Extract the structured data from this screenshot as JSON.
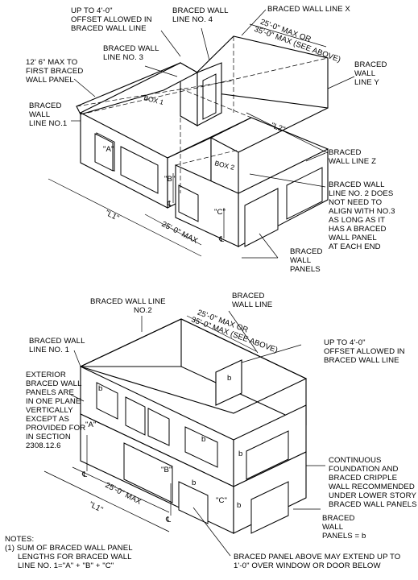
{
  "top": {
    "offset_note": [
      "UP TO 4'-0\"",
      "OFFSET ALLOWED IN",
      "BRACED WALL LINE"
    ],
    "bwl_no4": [
      "BRACED WALL",
      "LINE NO. 4"
    ],
    "bwl_x": "BRACED WALL LINE X",
    "bwl_no3": [
      "BRACED WALL",
      "LINE NO. 3"
    ],
    "max25": [
      "25'-0\" MAX OR",
      "35'-0\" MAX (SEE ABOVE)"
    ],
    "bwl_y": [
      "BRACED",
      "WALL",
      "LINE Y"
    ],
    "first_panel": [
      "12' 6\" MAX TO",
      "FIRST BRACED",
      "WALL PANEL"
    ],
    "bwl_no1": [
      "BRACED",
      "WALL",
      "LINE NO.1"
    ],
    "box1": "BOX 1",
    "box2": "BOX 2",
    "l2": "\"L2\"",
    "bwl_z": [
      "BRACED",
      "WALL LINE Z"
    ],
    "a": "\"A\"",
    "b": "\"B\"",
    "c": "\"C\"",
    "no2_note": [
      "BRACED WALL",
      "LINE NO. 2 DOES",
      "NOT NEED TO",
      "ALIGN WITH NO.3",
      "AS LONG AS IT",
      "HAS A BRACED",
      "WALL PANEL",
      "AT EACH END"
    ],
    "l1": "\"L1\"",
    "max25_dim": "25'-0\" MAX",
    "cl": "℄",
    "bwp": [
      "BRACED",
      "WALL",
      "PANELS"
    ]
  },
  "bottom": {
    "bwl_no2": [
      "BRACED WALL LINE",
      "NO.2"
    ],
    "bwl": [
      "BRACED",
      "WALL LINE"
    ],
    "max25": [
      "25'-0\" MAX OR",
      "35'-0\" MAX (SEE ABOVE)"
    ],
    "bwl_no1": [
      "BRACED WALL",
      "LINE NO. 1"
    ],
    "offset_note": [
      "UP TO 4'-0\"",
      "OFFSET ALLOWED IN",
      "BRACED WALL LINE"
    ],
    "exterior_note": [
      "EXTERIOR",
      "BRACED WALL",
      "PANELS ARE",
      "IN ONE PLANE",
      "VERTICALLY",
      "EXCEPT AS",
      "PROVIDED FOR",
      "IN SECTION",
      "2308.12.6"
    ],
    "b": "b",
    "qa": "\"A\"",
    "qb": "\"B\"",
    "qc": "\"C\"",
    "foundation_note": [
      "CONTINUOUS",
      "FOUNDATION AND",
      "BRACED CRIPPLE",
      "WALL RECOMMENDED",
      "UNDER LOWER STORY",
      "BRACED WALL PANELS"
    ],
    "max25_dim": "25'-0\" MAX",
    "l1": "\"L1\"",
    "cl": "℄",
    "bwp_b": [
      "BRACED",
      "WALL",
      "PANELS = b"
    ],
    "notes": [
      "NOTES:",
      "(1) SUM OF BRACED WALL PANEL",
      "LENGTHS FOR BRACED WALL",
      "LINE NO. 1=\"A\" + \"B\" + \"C\""
    ],
    "above_note": [
      "BRACED PANEL ABOVE MAY EXTEND UP TO",
      "1'-0\" OVER WINDOW OR DOOR BELOW"
    ]
  }
}
